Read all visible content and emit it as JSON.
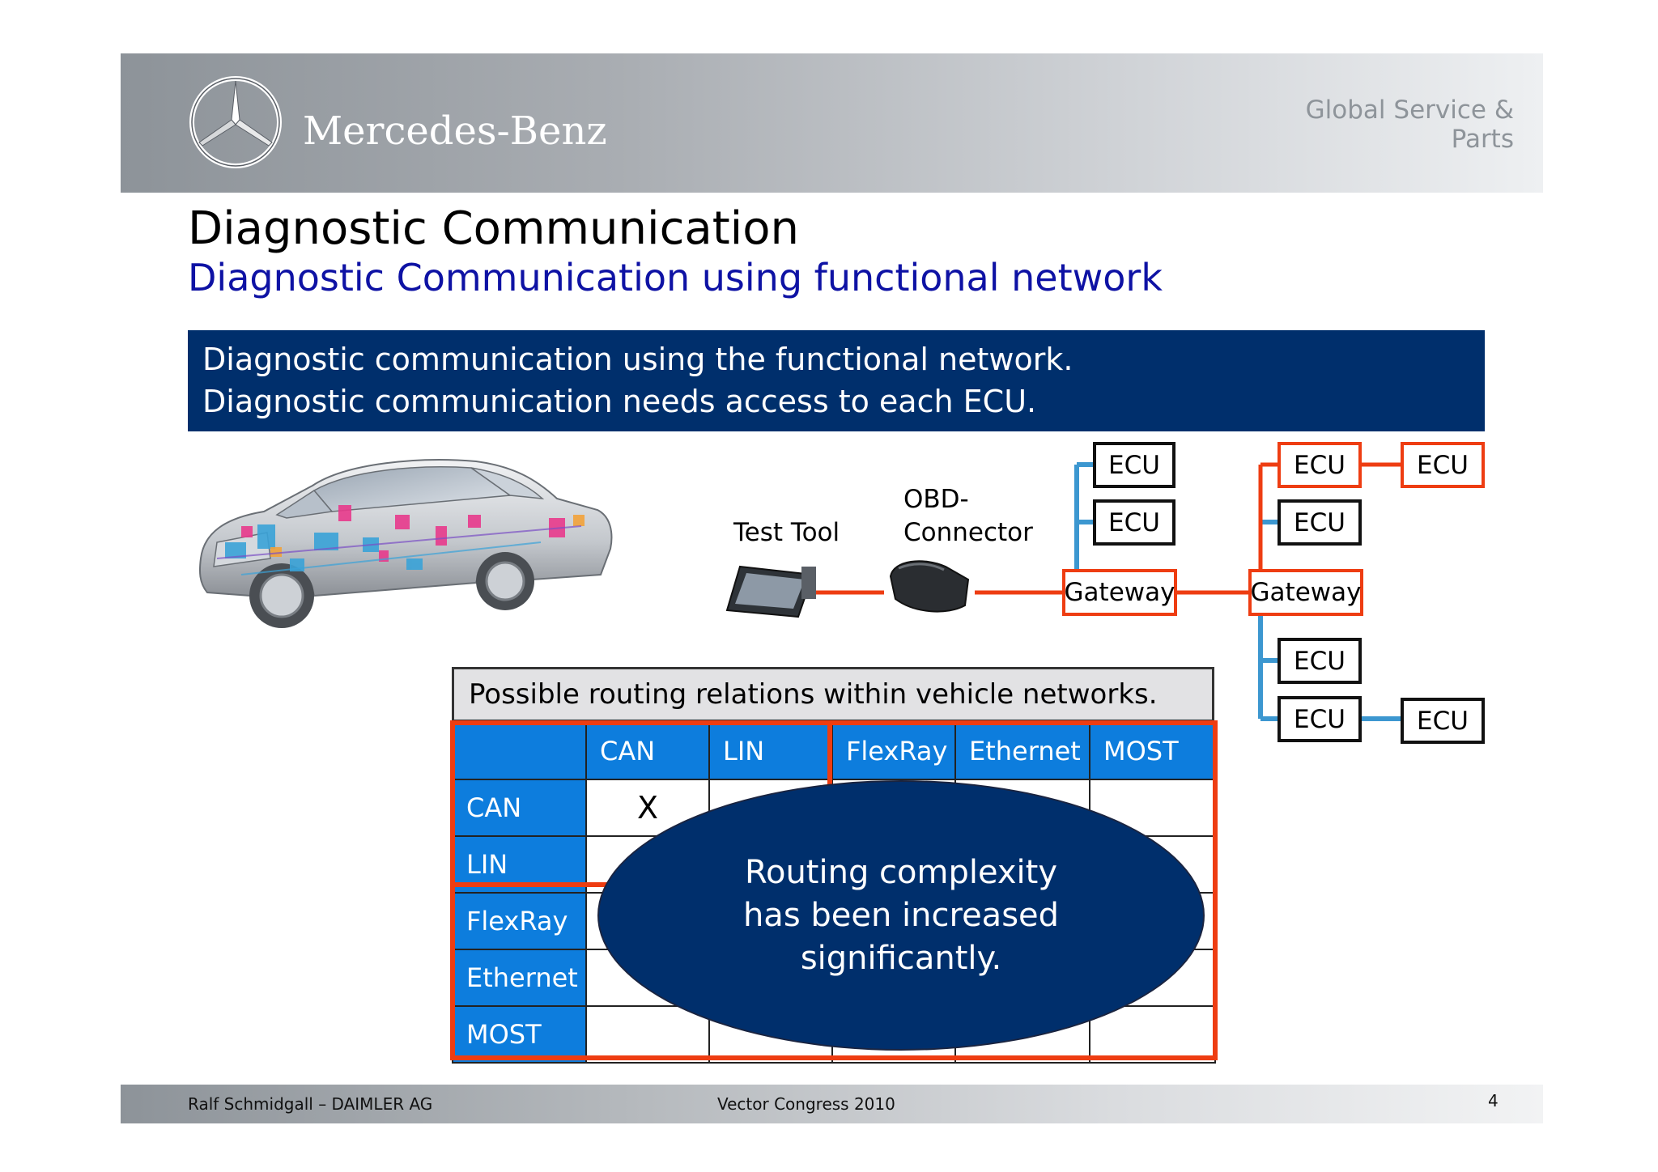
{
  "header": {
    "brand": "Mercedes-Benz",
    "division": "Global Service & Parts"
  },
  "title": "Diagnostic Communication",
  "subtitle": "Diagnostic Communication using functional network",
  "info_box": {
    "lines": [
      "Diagnostic communication using the functional network.",
      "Diagnostic communication needs access to each ECU."
    ]
  },
  "diagram": {
    "test_tool": "Test Tool",
    "obd_line1": "OBD-",
    "obd_line2": "Connector",
    "gateway": "Gateway",
    "ecu": "ECU"
  },
  "routing": {
    "caption": "Possible routing relations within vehicle networks.",
    "columns": [
      "CAN",
      "LIN",
      "FlexRay",
      "Ethernet",
      "MOST"
    ],
    "rows": [
      {
        "name": "CAN",
        "cells": [
          "X",
          "",
          "",
          "",
          ""
        ]
      },
      {
        "name": "LIN",
        "cells": [
          "",
          "",
          "",
          "",
          ""
        ]
      },
      {
        "name": "FlexRay",
        "cells": [
          "",
          "",
          "",
          "",
          ""
        ]
      },
      {
        "name": "Ethernet",
        "cells": [
          "",
          "",
          "",
          "",
          ""
        ]
      },
      {
        "name": "MOST",
        "cells": [
          "",
          "",
          "",
          "",
          ""
        ]
      }
    ]
  },
  "callout": {
    "lines": [
      "Routing complexity",
      "has been increased",
      "significantly."
    ]
  },
  "footer": {
    "author": "Ralf Schmidgall – DAIMLER AG",
    "event": "Vector Congress 2010",
    "page": "4"
  },
  "colors": {
    "navy": "#002f6c",
    "table_blue": "#0d7ddd",
    "accent_red": "#ee3d12",
    "line_blue": "#3c97d0",
    "title_blue": "#0e12a4"
  }
}
